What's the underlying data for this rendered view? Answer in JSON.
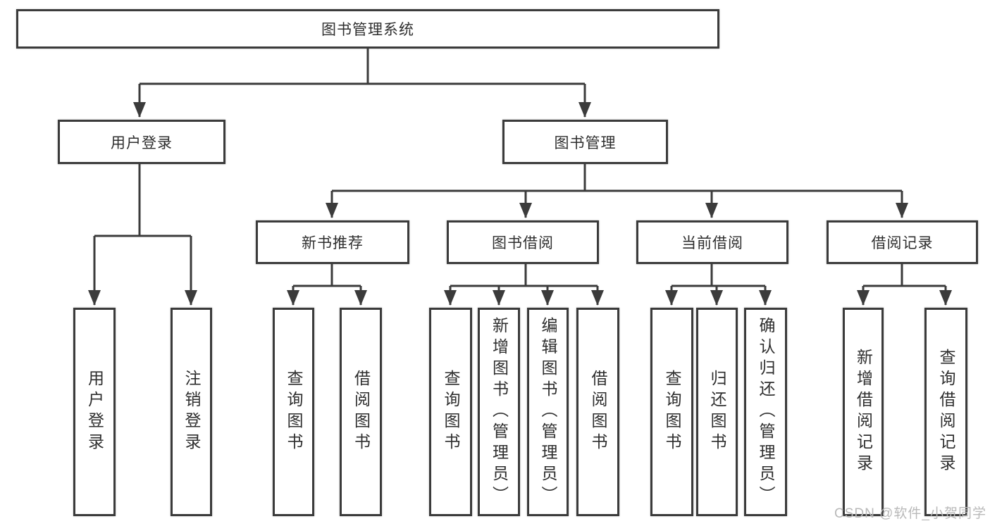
{
  "tree": {
    "root": "图书管理系统",
    "branches": [
      {
        "label": "用户登录",
        "children": [
          {
            "label": "用户登录"
          },
          {
            "label": "注销登录"
          }
        ]
      },
      {
        "label": "图书管理",
        "children": [
          {
            "label": "新书推荐",
            "children": [
              {
                "label": "查询图书"
              },
              {
                "label": "借阅图书"
              }
            ]
          },
          {
            "label": "图书借阅",
            "children": [
              {
                "label": "查询图书"
              },
              {
                "label": "新增图书（管理员）"
              },
              {
                "label": "编辑图书（管理员）"
              },
              {
                "label": "借阅图书"
              }
            ]
          },
          {
            "label": "当前借阅",
            "children": [
              {
                "label": "查询图书"
              },
              {
                "label": "归还图书"
              },
              {
                "label": "确认归还（管理员）"
              }
            ]
          },
          {
            "label": "借阅记录",
            "children": [
              {
                "label": "新增借阅记录"
              },
              {
                "label": "查询借阅记录"
              }
            ]
          }
        ]
      }
    ]
  },
  "watermark": "CSDN @软件_小贺同学",
  "colors": {
    "line": "#3b3b3b",
    "box_border": "#3b3b3b",
    "text": "#2e2e2e",
    "background": "#ffffff",
    "watermark": "#b9b9b9"
  }
}
